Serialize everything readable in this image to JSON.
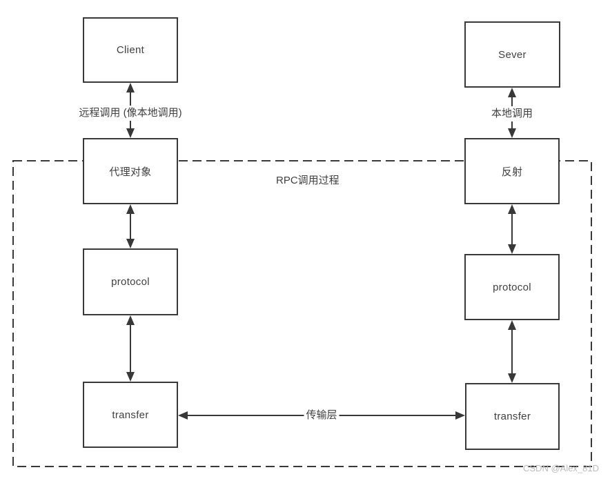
{
  "diagram": {
    "process_label": "RPC调用过程",
    "watermark": "CSDN @Alex_81D",
    "nodes": {
      "client": {
        "label": "Client"
      },
      "server": {
        "label": "Sever"
      },
      "proxy": {
        "label": "代理对象"
      },
      "reflection": {
        "label": "反射"
      },
      "protocol_client": {
        "label": "protocol"
      },
      "protocol_server": {
        "label": "protocol"
      },
      "transfer_client": {
        "label": "transfer"
      },
      "transfer_server": {
        "label": "transfer"
      }
    },
    "edges": {
      "remote_call": {
        "label": "远程调用 (像本地调用)"
      },
      "local_call": {
        "label": "本地调用"
      },
      "transport": {
        "label": "传输层"
      }
    },
    "colors": {
      "stroke": "#383838",
      "text": "#404040",
      "watermark": "#bcbcbc",
      "background": "#ffffff"
    }
  }
}
